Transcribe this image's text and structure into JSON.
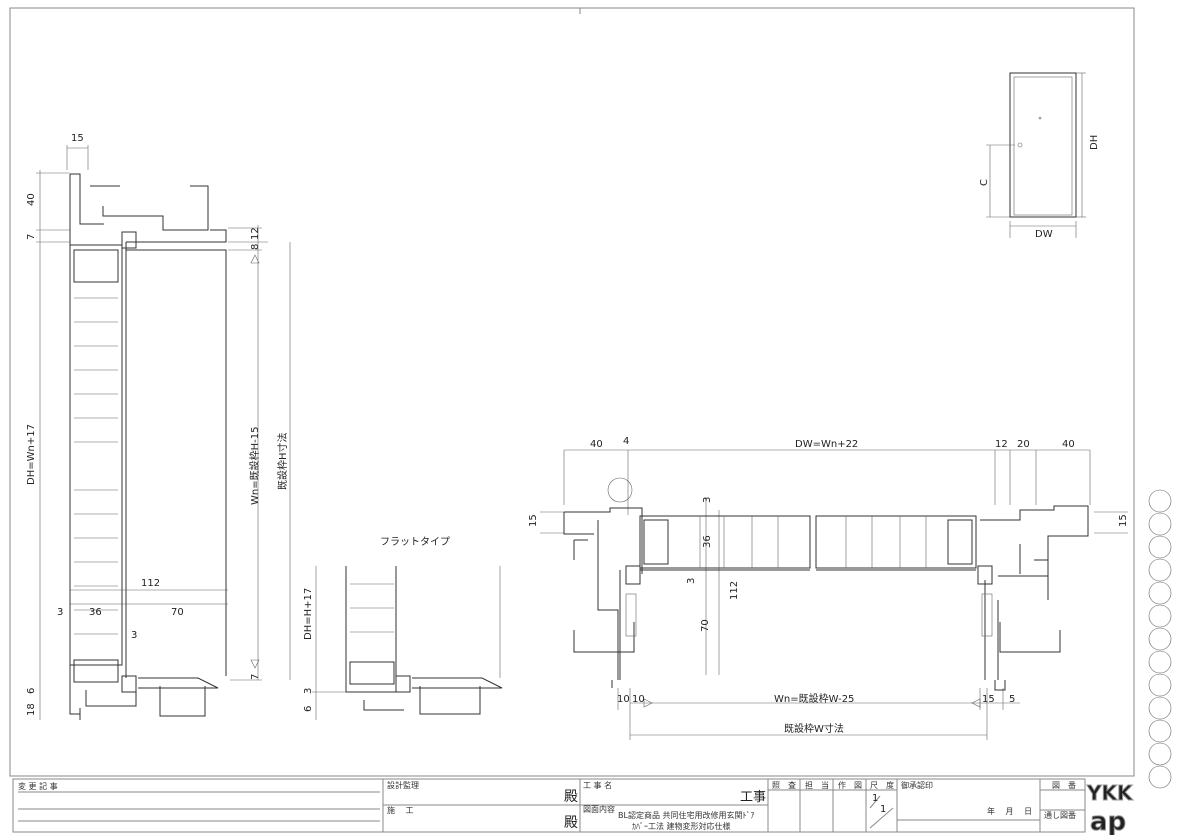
{
  "left_section": {
    "dim_top": "15",
    "dim_40": "40",
    "dim_7": "7",
    "dim_12": "12",
    "dim_8": "8",
    "dim_dh": "DH=Wn+17",
    "dim_wn": "Wn=既設枠H-15",
    "dim_existing_h": "既設枠H寸法",
    "dim_112": "112",
    "dim_3a": "3",
    "dim_36": "36",
    "dim_70": "70",
    "dim_3b": "3",
    "dim_7b": "7",
    "dim_18": "18",
    "dim_6": "6"
  },
  "flat_section": {
    "title": "フラットタイプ",
    "dim_dh": "DH=H+17",
    "dim_3": "3",
    "dim_6": "6"
  },
  "plan_section": {
    "dim_40l": "40",
    "dim_4": "4",
    "dim_dw": "DW=Wn+22",
    "dim_12": "12",
    "dim_20": "20",
    "dim_40r": "40",
    "dim_15l": "15",
    "dim_15r": "15",
    "dim_3a": "3",
    "dim_36": "36",
    "dim_3b": "3",
    "dim_112": "112",
    "dim_70": "70",
    "dim_10a": "10",
    "dim_10b": "10",
    "dim_wn": "Wn=既設枠W-25",
    "dim_15b": "15",
    "dim_5": "5",
    "dim_existing_w": "既設枠W寸法"
  },
  "elevation": {
    "dim_c": "C",
    "dim_dh": "DH",
    "dim_dw": "DW"
  },
  "title_block": {
    "change_record": "変 更 記 事",
    "design_supervision": "設計監理",
    "construction": "施　 工",
    "dono1": "殿",
    "dono2": "殿",
    "project_name_label": "工 事 名",
    "project_suffix": "工事",
    "drawing_content_label": "図面内容",
    "content_line1": "BL認定商品 共同住宅用改修用玄関ﾄﾞｱ",
    "content_line2": "ｶﾊﾞｰ工法 建物変形対応仕様",
    "check": "照　査",
    "charge": "担　当",
    "drafting": "作　図",
    "scale": "尺　度",
    "scale_value_top": "1",
    "scale_value_bottom": "1",
    "approval": "御承認印",
    "year_month_day": "年　 月　 日",
    "drawing_no": "図　番",
    "serial_no": "通し図番",
    "logo_top": "YKK",
    "logo_bottom": "ap"
  }
}
